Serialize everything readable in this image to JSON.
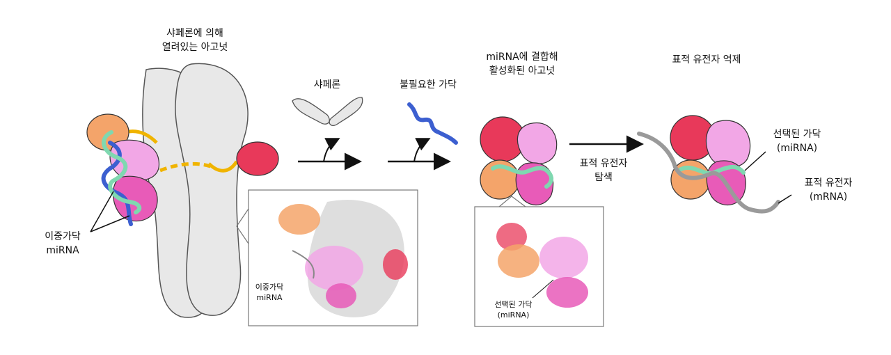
{
  "labels": {
    "opened_ago": [
      "샤페론에 의해",
      "열려있는 아고넛"
    ],
    "chaperone": "샤페론",
    "unneeded_strand": "불필요한 가닥",
    "activated_ago": [
      "miRNA에 결합해",
      "활성화된 아고넛"
    ],
    "target_repression": "표적 유전자 억제",
    "duplex_mirna": [
      "이중가닥",
      "miRNA"
    ],
    "target_search": [
      "표적 유전자",
      "탐색"
    ],
    "selected_strand": [
      "선택된 가닥",
      "(miRNA)"
    ],
    "target_gene": [
      "표적 유전자",
      "(mRNA)"
    ],
    "inset1_duplex": [
      "이중가닥",
      "miRNA"
    ],
    "inset2_selected": [
      "선택된 가닥",
      "(miRNA)"
    ]
  },
  "colors": {
    "chaperone_fill": "#e8e8e8",
    "outline": "#555555",
    "orange_domain": "#f4a46a",
    "pink_domain": "#f2a7e6",
    "magenta_domain": "#e85bb8",
    "red_domain": "#e8395a",
    "yellow_linker": "#f0b400",
    "mirna_blue": "#3c5fd0",
    "mirna_green": "#7fd8b0",
    "mrna_gray": "#9a9a9a"
  }
}
